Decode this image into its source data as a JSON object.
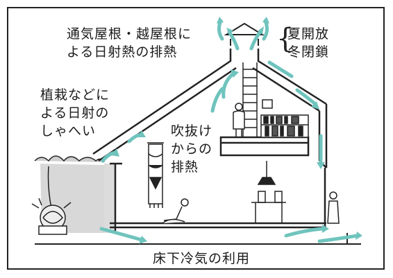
{
  "labels": {
    "roof_vent": [
      "通気屋根・越屋根に",
      "よる日射熱の排熱"
    ],
    "season": [
      "夏開放",
      "冬閉鎖"
    ],
    "planting": [
      "植栽などに",
      "よる日射の",
      "しゃへい"
    ],
    "void": [
      "吹抜け",
      "からの",
      "排熱"
    ],
    "floor": "床下冷気の利用"
  },
  "colors": {
    "airflow": "#6fc4bd",
    "line": "#222222",
    "wall_shade": "#dcdcdc"
  }
}
